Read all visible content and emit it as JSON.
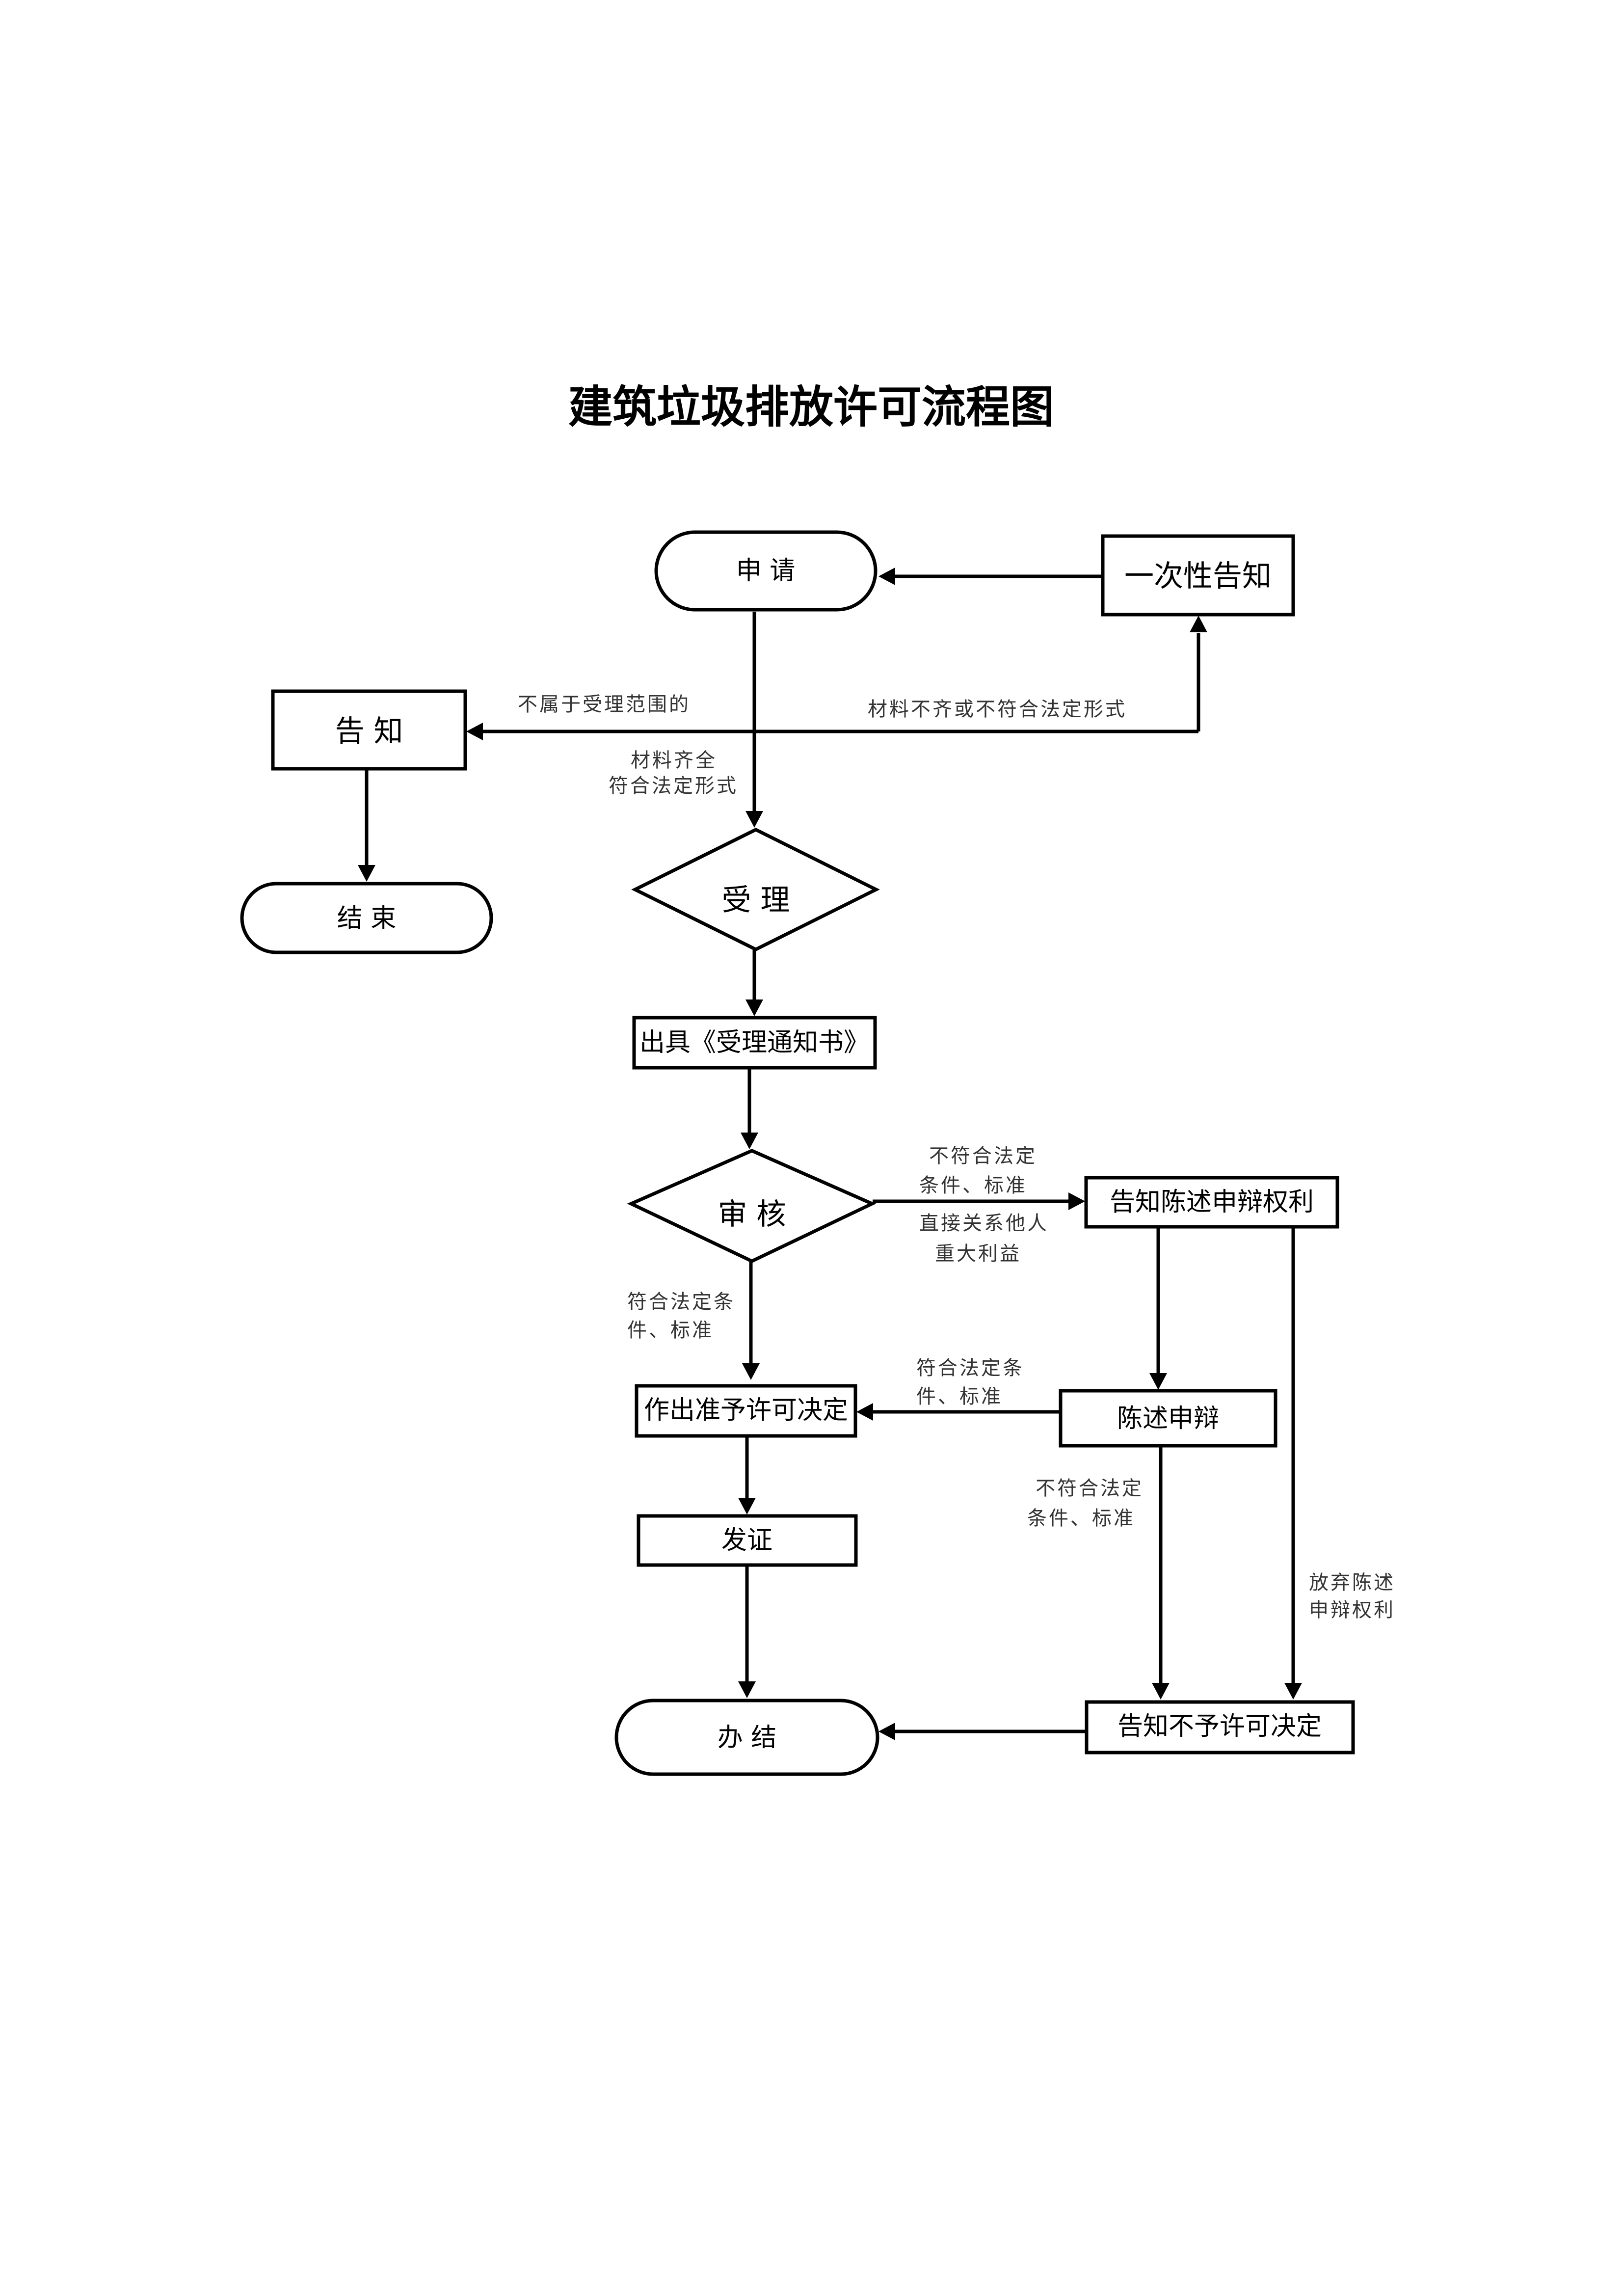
{
  "title": "建筑垃圾排放许可流程图",
  "nodes": {
    "apply": "申 请",
    "one_time_notice": "一次性告知",
    "notice": "告 知",
    "end": "结 束",
    "accept": "受 理",
    "issue_notice": "出具《受理通知书》",
    "review": "审 核",
    "inform_rights": "告知陈述申辩权利",
    "grant_decision": "作出准予许可决定",
    "statement_defense": "陈述申辩",
    "issue_cert": "发证",
    "complete": "办 结",
    "deny_decision": "告知不予许可决定"
  },
  "edge_labels": {
    "out_of_scope": "不属于受理范围的",
    "incomplete_materials": "材料不齐或不符合法定形式",
    "complete_materials": [
      "材料齐全",
      "符合法定形式"
    ],
    "review_not_meet": [
      "不符合法定",
      "条件、标准"
    ],
    "major_interest": [
      "直接关系他人",
      "重大利益"
    ],
    "review_meet": [
      "符合法定条",
      "件、标准"
    ],
    "defense_meet": [
      "符合法定条",
      "件、标准"
    ],
    "defense_not_meet": [
      "不符合法定",
      "条件、标准"
    ],
    "waive_rights": [
      "放弃陈述",
      "申辩权利"
    ]
  }
}
